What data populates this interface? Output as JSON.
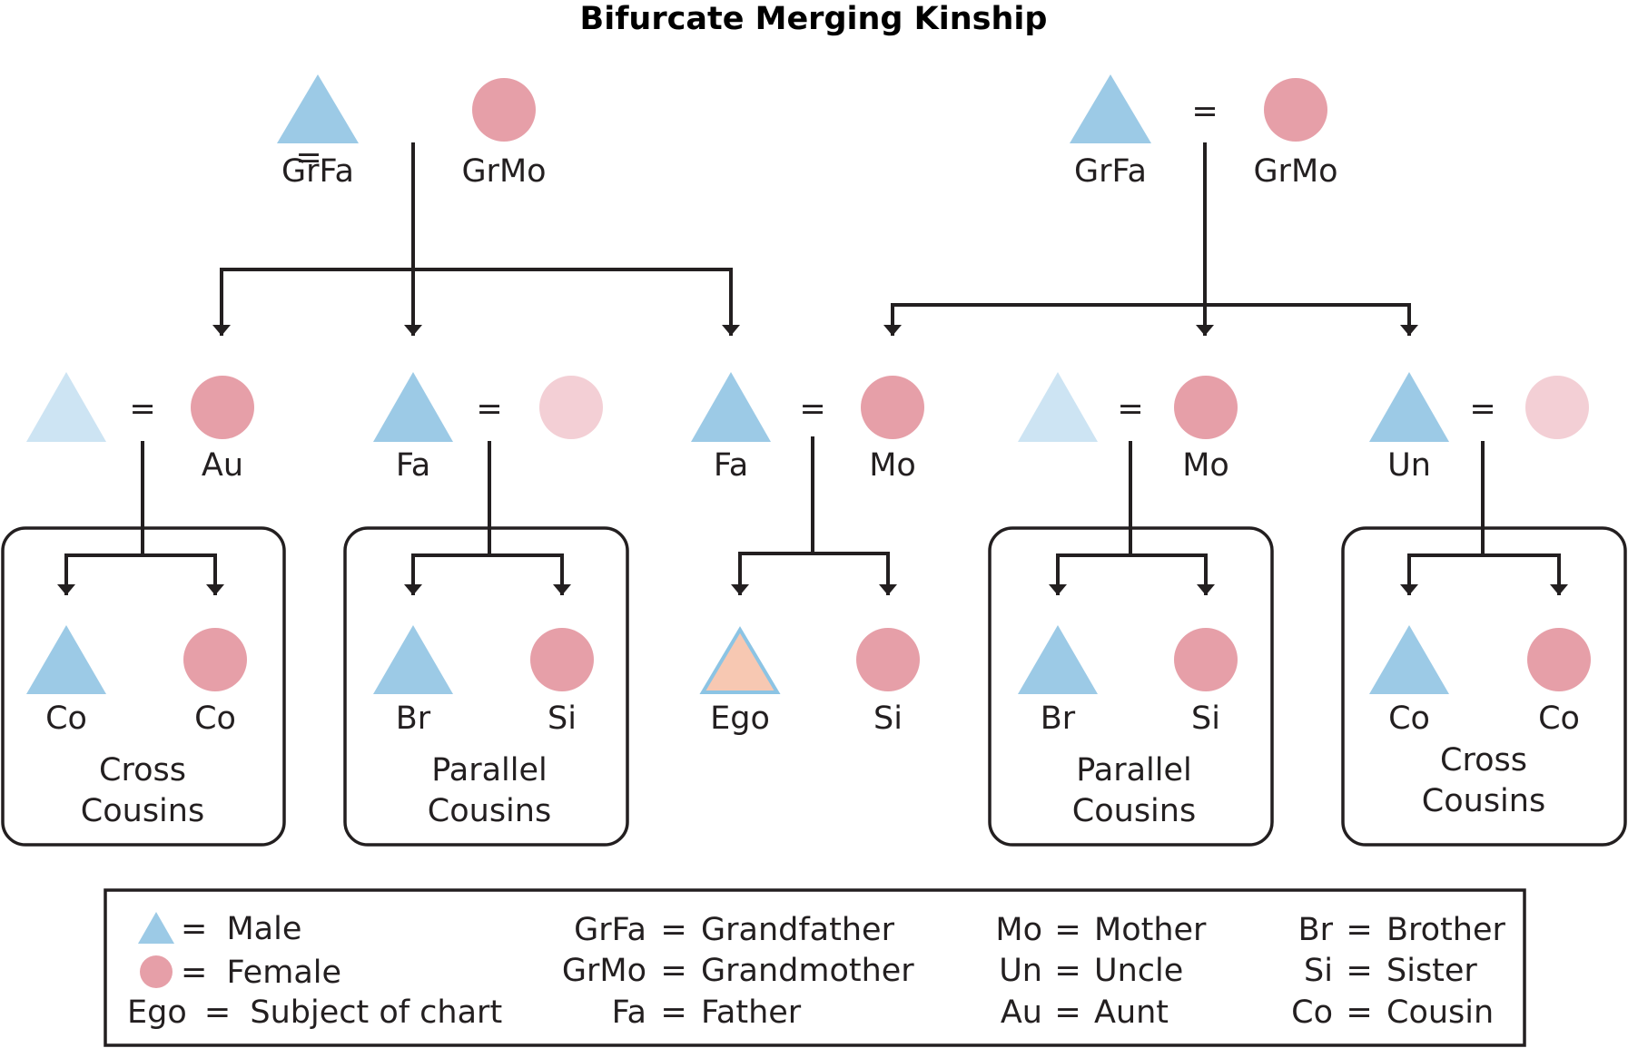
{
  "title": "Bifurcate Merging Kinship",
  "colors": {
    "male": "#9ccae6",
    "male_faded": "#cde4f3",
    "female": "#e69fa8",
    "female_faded": "#f3cfd5",
    "ego_fill": "#f7c8b2",
    "ego_stroke": "#8cc4e4",
    "line": "#231f20"
  },
  "equals_sign": "=",
  "grandparents": {
    "left": {
      "male": "GrFa",
      "female": "GrMo"
    },
    "right": {
      "male": "GrFa",
      "female": "GrMo"
    }
  },
  "parents": {
    "aunt": "Au",
    "father_left": "Fa",
    "father_ego": "Fa",
    "mother_ego": "Mo",
    "mother_right": "Mo",
    "uncle": "Un"
  },
  "children": {
    "g1": [
      "Co",
      "Co"
    ],
    "g2": [
      "Br",
      "Si"
    ],
    "ego": [
      "Ego",
      "Si"
    ],
    "g4": [
      "Br",
      "Si"
    ],
    "g5": [
      "Co",
      "Co"
    ]
  },
  "groups": {
    "g1": [
      "Cross",
      "Cousins"
    ],
    "g2": [
      "Parallel",
      "Cousins"
    ],
    "g4": [
      "Parallel",
      "Cousins"
    ],
    "g5": [
      "Cross",
      "Cousins"
    ]
  },
  "legend": {
    "col1": [
      {
        "key": "",
        "icon": "triangle",
        "value": "Male"
      },
      {
        "key": "",
        "icon": "circle",
        "value": "Female"
      },
      {
        "key": "Ego",
        "icon": "",
        "value": "Subject of chart"
      }
    ],
    "col2": [
      {
        "key": "GrFa",
        "value": "Grandfather"
      },
      {
        "key": "GrMo",
        "value": "Grandmother"
      },
      {
        "key": "Fa",
        "value": "Father"
      }
    ],
    "col3": [
      {
        "key": "Mo",
        "value": "Mother"
      },
      {
        "key": "Un",
        "value": "Uncle"
      },
      {
        "key": "Au",
        "value": "Aunt"
      }
    ],
    "col4": [
      {
        "key": "Br",
        "value": "Brother"
      },
      {
        "key": "Si",
        "value": "Sister"
      },
      {
        "key": "Co",
        "value": "Cousin"
      }
    ]
  }
}
